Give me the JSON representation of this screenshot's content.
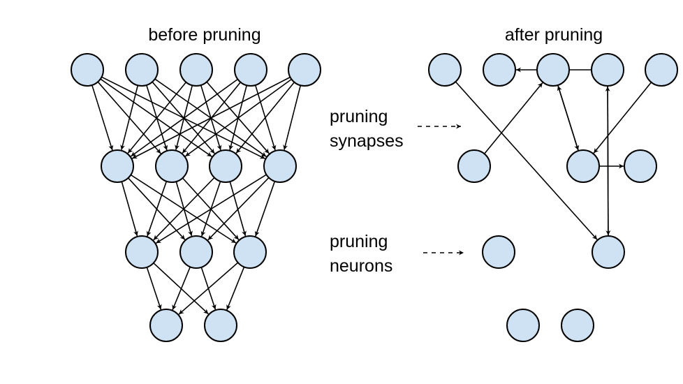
{
  "before": {
    "title": "before pruning"
  },
  "after": {
    "title": "after pruning"
  },
  "annotations": {
    "synapses": [
      "pruning",
      "synapses"
    ],
    "neurons": [
      "pruning",
      "neurons"
    ]
  },
  "colors": {
    "node_fill": "#cfe2f3",
    "stroke": "#000000"
  },
  "network_before": {
    "layers": [
      5,
      4,
      3,
      2
    ],
    "edges": "fully connected between adjacent layers"
  },
  "network_after": {
    "layers": [
      5,
      3,
      2,
      2
    ],
    "edges": [
      [
        [
          0,
          0
        ],
        [
          1,
          2
        ]
      ],
      [
        [
          1,
          0
        ],
        [
          1,
          0
        ]
      ],
      [
        [
          2,
          0
        ],
        [
          1,
          1
        ]
      ],
      [
        [
          3,
          0
        ],
        [
          1,
          0
        ]
      ],
      [
        [
          3,
          0
        ],
        [
          1,
          2
        ]
      ],
      [
        [
          4,
          0
        ],
        [
          1,
          1
        ]
      ],
      [
        [
          0,
          1
        ],
        [
          2,
          0
        ]
      ],
      [
        [
          1,
          1
        ],
        [
          2,
          0
        ]
      ],
      [
        [
          1,
          1
        ],
        [
          2,
          1
        ]
      ],
      [
        [
          2,
          1
        ],
        [
          2,
          1
        ]
      ],
      [
        [
          0,
          2
        ],
        [
          3,
          1
        ]
      ],
      [
        [
          1,
          2
        ],
        [
          3,
          0
        ]
      ]
    ]
  }
}
